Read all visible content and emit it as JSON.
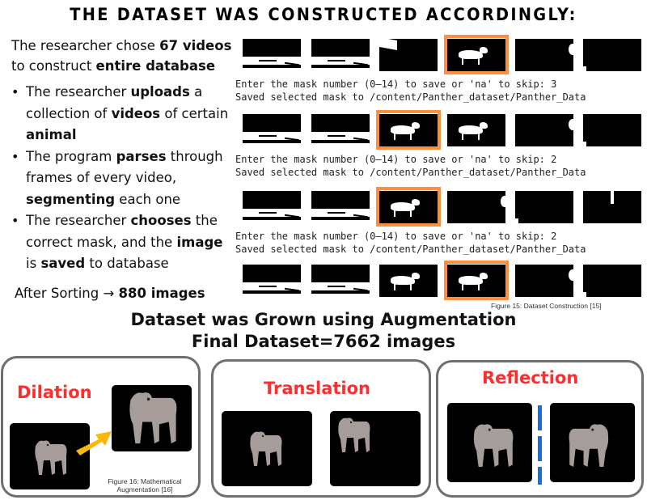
{
  "title": "THE DATASET WAS CONSTRUCTED ACCORDINGLY:",
  "intro": {
    "pre": "The researcher chose ",
    "bold1": "67 videos",
    "mid": "to construct ",
    "bold2": "entire database"
  },
  "bullets": [
    {
      "parts": [
        {
          "t": "The researcher ",
          "b": false
        },
        {
          "t": "uploads",
          "b": true
        },
        {
          "t": " a collection of ",
          "b": false
        },
        {
          "t": "videos",
          "b": true
        },
        {
          "t": " of certain ",
          "b": false
        },
        {
          "t": "animal",
          "b": true
        }
      ]
    },
    {
      "parts": [
        {
          "t": "The program ",
          "b": false
        },
        {
          "t": "parses",
          "b": true
        },
        {
          "t": " through frames of every video, ",
          "b": false
        },
        {
          "t": "segmenting",
          "b": true
        },
        {
          "t": " each one",
          "b": false
        }
      ]
    },
    {
      "parts": [
        {
          "t": "The researcher ",
          "b": false
        },
        {
          "t": "chooses",
          "b": true
        },
        {
          "t": " the correct mask, and the ",
          "b": false
        },
        {
          "t": "image",
          "b": true
        },
        {
          "t": " is ",
          "b": false
        },
        {
          "t": "saved",
          "b": true
        },
        {
          "t": " to database",
          "b": false
        }
      ]
    }
  ],
  "after_sorting": {
    "label": "After Sorting → ",
    "value": "880 images"
  },
  "mask_rows": [
    {
      "selected_index": 3,
      "prompt": "Enter the mask number (0–14) to save or 'na' to skip: 3",
      "saved": "Saved selected mask to /content/Panther_dataset/Panther_Data",
      "thumbs": [
        "ground",
        "ground",
        "corner",
        "animal",
        "notch",
        "plain"
      ]
    },
    {
      "selected_index": 2,
      "prompt": "Enter the mask number (0–14) to save or 'na' to skip: 2",
      "saved": "Saved selected mask to /content/Panther_dataset/Panther_Data",
      "thumbs": [
        "ground",
        "ground",
        "animal",
        "animal",
        "notch",
        "plain"
      ]
    },
    {
      "selected_index": 2,
      "prompt": "Enter the mask number (0–14) to save or 'na' to skip: 2",
      "saved": "Saved selected mask to /content/Panther_dataset/Panther_Data",
      "thumbs": [
        "ground",
        "ground",
        "animal",
        "notch",
        "plain",
        "spike"
      ]
    },
    {
      "selected_index": 3,
      "prompt": "",
      "saved": "",
      "thumbs": [
        "ground",
        "ground",
        "animal",
        "animal",
        "notch",
        "plain"
      ]
    }
  ],
  "figure15_caption": "Figure 15: Dataset Construction [15]",
  "augmentation": {
    "heading_line1": "Dataset was Grown using Augmentation",
    "heading_line2": "Final Dataset=7662 images",
    "panels": [
      {
        "label": "Dilation"
      },
      {
        "label": "Translation"
      },
      {
        "label": "Reflection"
      }
    ],
    "figure16_caption_line1": "Figure 16: Mathematical",
    "figure16_caption_line2": "Augmentation [16]"
  },
  "colors": {
    "accent_orange": "#ff8f3f",
    "label_red": "#ff2e2e",
    "arrow_yellow": "#f7b90f",
    "divider_blue": "#1a6fd6",
    "panel_border": "#6f6f6f"
  }
}
